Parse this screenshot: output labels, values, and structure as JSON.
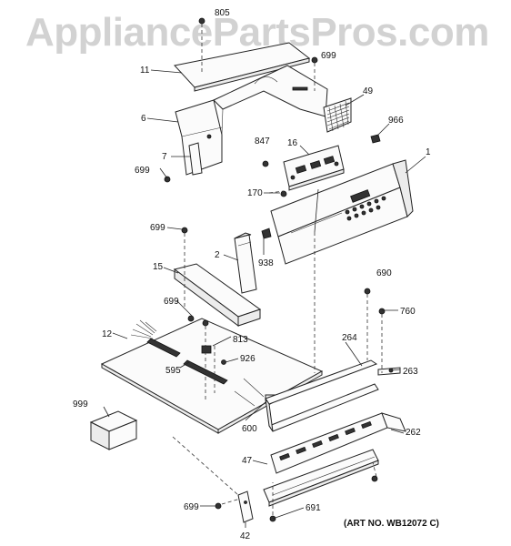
{
  "watermark": "AppliancePartsPros.com",
  "art_number": "(ART NO. WB12072 C)",
  "callouts": [
    {
      "id": "c805",
      "text": "805"
    },
    {
      "id": "c699a",
      "text": "699"
    },
    {
      "id": "c11",
      "text": "11"
    },
    {
      "id": "c49",
      "text": "49"
    },
    {
      "id": "c6",
      "text": "6"
    },
    {
      "id": "c966",
      "text": "966"
    },
    {
      "id": "c847",
      "text": "847"
    },
    {
      "id": "c16",
      "text": "16"
    },
    {
      "id": "c1",
      "text": "1"
    },
    {
      "id": "c7",
      "text": "7"
    },
    {
      "id": "c699b",
      "text": "699"
    },
    {
      "id": "c170",
      "text": "170"
    },
    {
      "id": "c699c",
      "text": "699"
    },
    {
      "id": "c2",
      "text": "2"
    },
    {
      "id": "c938",
      "text": "938"
    },
    {
      "id": "c15",
      "text": "15"
    },
    {
      "id": "c690",
      "text": "690"
    },
    {
      "id": "c699d",
      "text": "699"
    },
    {
      "id": "c760",
      "text": "760"
    },
    {
      "id": "c12",
      "text": "12"
    },
    {
      "id": "c813",
      "text": "813"
    },
    {
      "id": "c264",
      "text": "264"
    },
    {
      "id": "c926",
      "text": "926"
    },
    {
      "id": "c595",
      "text": "595"
    },
    {
      "id": "c263",
      "text": "263"
    },
    {
      "id": "c999",
      "text": "999"
    },
    {
      "id": "c600",
      "text": "600"
    },
    {
      "id": "c262",
      "text": "262"
    },
    {
      "id": "c47",
      "text": "47"
    },
    {
      "id": "c699e",
      "text": "699"
    },
    {
      "id": "c691",
      "text": "691"
    },
    {
      "id": "c42",
      "text": "42"
    }
  ]
}
